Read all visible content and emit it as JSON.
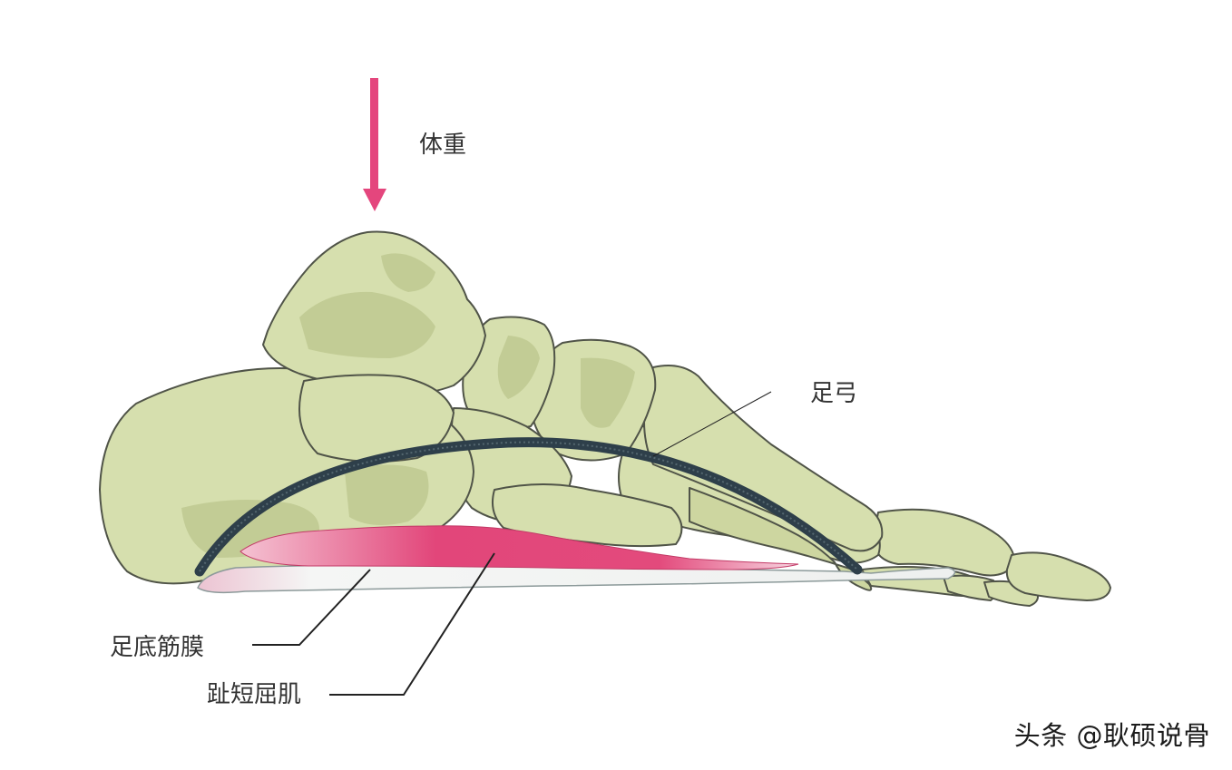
{
  "labels": {
    "body_weight": "体重",
    "foot_arch": "足弓",
    "plantar_fascia": "足底筋膜",
    "flexor_digitorum_brevis": "趾短屈肌"
  },
  "watermark": "头条 @耿硕说骨",
  "colors": {
    "bone_fill": "#d6dfae",
    "bone_shadow": "#c2cc95",
    "bone_outline": "#505448",
    "arrow": "#e4467d",
    "arch_band": "#2e3f4a",
    "muscle": "#e2467a",
    "fascia": "#f1f3f2",
    "leader_line": "#222222"
  }
}
